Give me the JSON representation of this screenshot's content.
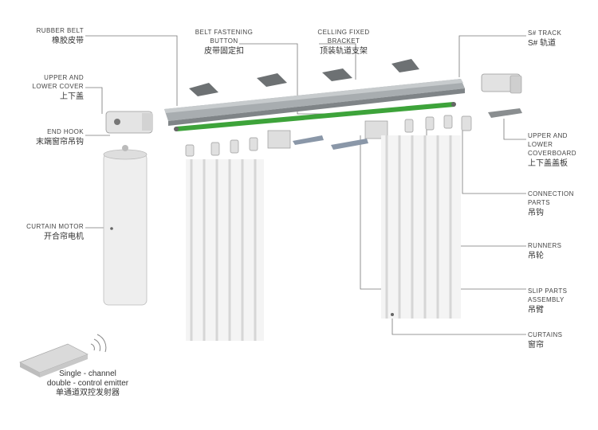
{
  "left_labels": [
    {
      "en": "RUBBER BELT",
      "zh": "橡胶皮带"
    },
    {
      "en": "UPPER AND",
      "en2": "LOWER COVER",
      "zh": "上下盖"
    },
    {
      "en": "END HOOK",
      "zh": "末端窗帘吊钩"
    },
    {
      "en": "CURTAIN MOTOR",
      "zh": "开合帘电机"
    }
  ],
  "top_labels": [
    {
      "en": "BELT FASTENING",
      "en2": "BUTTON",
      "zh": "皮带固定扣"
    },
    {
      "en": "CELLING FIXED",
      "en2": "BRACKET",
      "zh": "顶装轨道支架"
    }
  ],
  "right_labels": [
    {
      "en": "S# TRACK",
      "zh": "S# 轨道"
    },
    {
      "en": "UPPER AND",
      "en2": "LOWER",
      "en3": "COVERBOARD",
      "zh": "上下盖盖板"
    },
    {
      "en": "CONNECTION",
      "en2": "PARTS",
      "zh": "吊钩"
    },
    {
      "en": "RUNNERS",
      "zh": "吊轮"
    },
    {
      "en": "SLIP PARTS",
      "en2": "ASSEMBLY",
      "zh": "吊臂"
    },
    {
      "en": "CURTAINS",
      "zh": "窗帘"
    }
  ],
  "emitter": {
    "line1": "Single - channel",
    "line2": "double - control emitter",
    "zh": "单通道双控发射器"
  },
  "colors": {
    "belt": "#3da33a",
    "track": "#9ea3a6",
    "line": "#777777",
    "panel": "#f4f4f4"
  }
}
